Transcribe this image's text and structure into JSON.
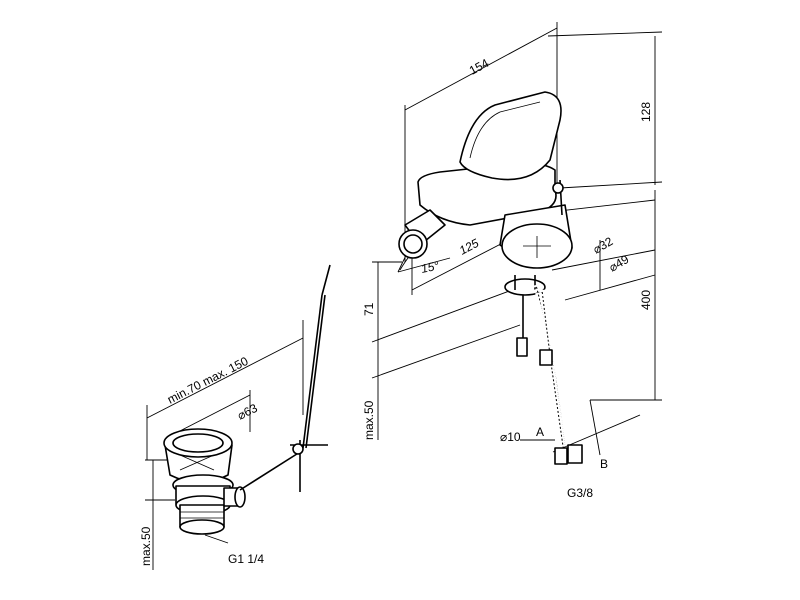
{
  "faucet": {
    "dimensions": {
      "width_total": "154",
      "height_top": "128",
      "spout_reach": "125",
      "swivel_angle": "15°",
      "base_diameter": "⌀32",
      "escutcheon_diameter": "⌀49",
      "spout_height": "71",
      "hose_length": "400",
      "deck_thickness": "max.50"
    },
    "hose_labels": {
      "pipe_diameter": "⌀10",
      "connector_a": "A",
      "connector_b": "B",
      "thread": "G3/8"
    }
  },
  "waste": {
    "dimensions": {
      "rod_length": "min.70 max. 150",
      "plug_diameter": "⌀63",
      "deck_thickness": "max.50",
      "thread": "G1 1/4"
    }
  }
}
